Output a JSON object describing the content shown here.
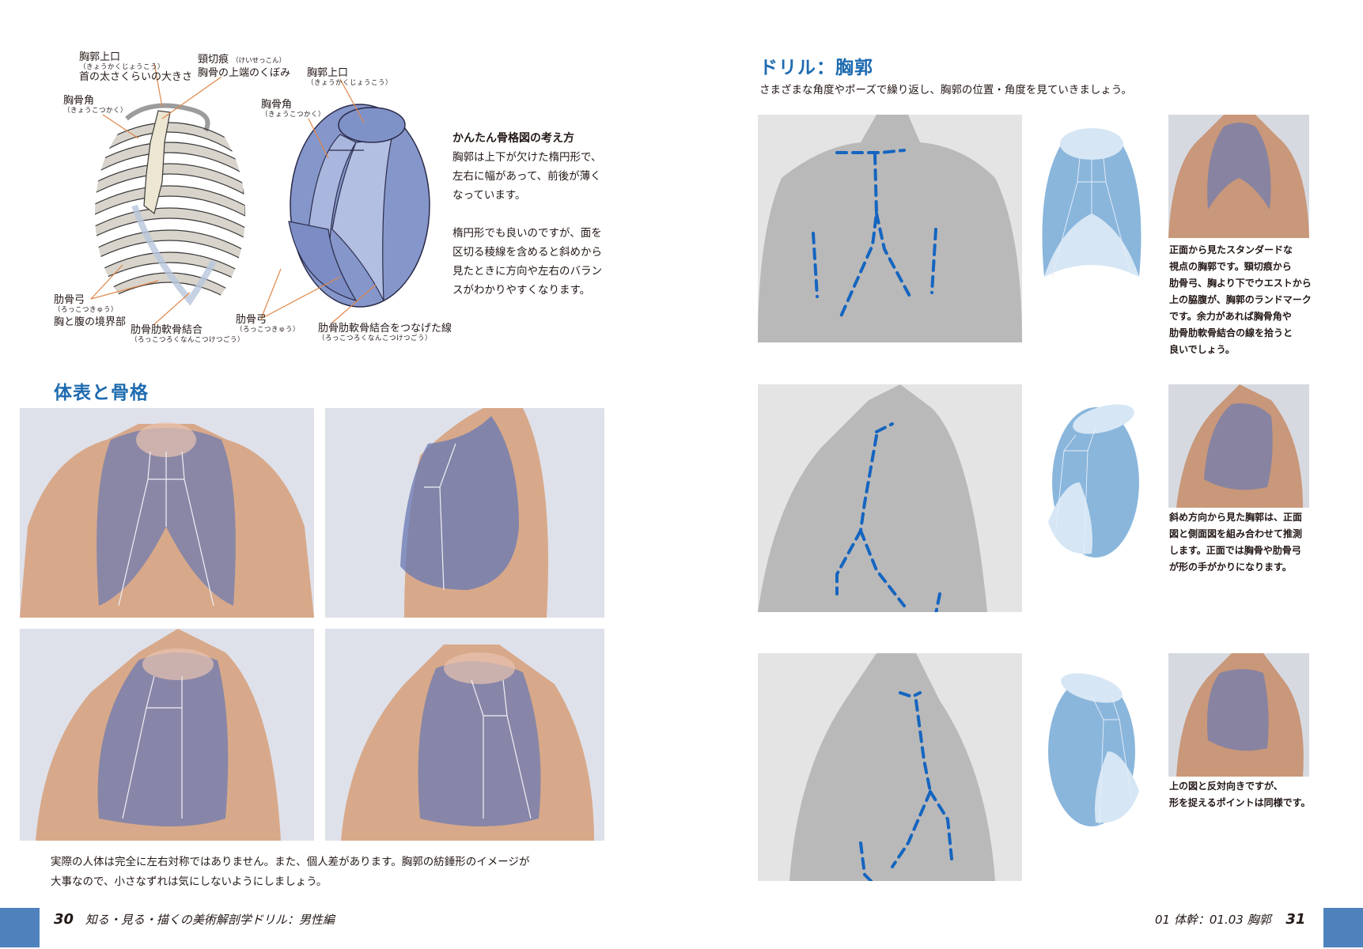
{
  "colors": {
    "accent": "#1e6bb0",
    "footer_block": "#4f82bd",
    "overlay_blue": "#6b7fb8",
    "diagram_blue": "#8ab6dc",
    "diagram_light": "#d6e6f4",
    "leader_line": "#e0874a",
    "dash_blue": "#1565c0"
  },
  "left_page": {
    "skeleton_labels": {
      "upper_aperture": {
        "term": "胸郭上口",
        "reading": "（きょうかくじょうこう）",
        "note": "首の太さくらいの大きさ"
      },
      "jugular_notch": {
        "term": "頸切痕",
        "reading": "（けいせっこん）",
        "note": "胸骨の上端のくぼみ"
      },
      "sternal_angle": {
        "term": "胸骨角",
        "reading": "（きょうこつかく）"
      },
      "costal_arch": {
        "term": "肋骨弓",
        "reading": "（ろっこつきゅう）",
        "note": "胸と腹の境界部"
      },
      "costochondral_joint": {
        "term": "肋骨肋軟骨結合",
        "reading": "（ろっこつろくなんこつけつごう）"
      }
    },
    "simple_labels": {
      "upper_aperture": {
        "term": "胸郭上口",
        "reading": "（きょうかくじょうこう）"
      },
      "sternal_angle": {
        "term": "胸骨角",
        "reading": "（きょうこつかく）"
      },
      "costal_arch": {
        "term": "肋骨弓",
        "reading": "（ろっこつきゅう）"
      },
      "costochondral_line": {
        "term": "肋骨肋軟骨結合をつなげた線",
        "reading": "（ろっこつろくなんこつけつごう）"
      }
    },
    "explanation": {
      "heading": "かんたん骨格図の考え方",
      "paragraph1": "胸郭は上下が欠けた楕円形で、\n左右に幅があって、前後が薄く\nなっています。",
      "paragraph2": "楕円形でも良いのですが、面を\n区切る稜線を含めると斜めから\n見たときに方向や左右のバラン\nスがわかりやすくなります。"
    },
    "section_title": "体表と骨格",
    "photos": [
      {
        "alt": "正面の体表と胸郭"
      },
      {
        "alt": "側面の体表と胸郭"
      },
      {
        "alt": "斜め右の体表と胸郭"
      },
      {
        "alt": "斜め左の体表と胸郭"
      }
    ],
    "bottom_text": "実際の人体は完全に左右対称ではありません。また、個人差があります。胸郭の紡錘形のイメージが\n大事なので、小さなずれは気にしないようにしましょう。",
    "footer": {
      "page_number": "30",
      "book_title": "知る・見る・描くの美術解剖学ドリル：男性編"
    }
  },
  "right_page": {
    "section_title": "ドリル：胸郭",
    "intro": "さまざまな角度やポーズで繰り返し、胸郭の位置・角度を見ていきましょう。",
    "drills": [
      {
        "view": "front",
        "caption": "正面から見たスタンダードな\n視点の胸郭です。頸切痕から\n肋骨弓、胸より下でウエストから\n上の脇腹が、胸郭のランドマーク\nです。余力があれば胸骨角や\n肋骨肋軟骨結合の線を拾うと\n良いでしょう。",
        "ruby_note": "けいせっこん"
      },
      {
        "view": "oblique-right",
        "caption": "斜め方向から見た胸郭は、正面\n図と側面図を組み合わせて推測\nします。正面では胸骨や肋骨弓\nが形の手がかりになります。"
      },
      {
        "view": "oblique-left",
        "caption": "上の図と反対向きですが、\n形を捉えるポイントは同様です。"
      }
    ],
    "footer": {
      "chapter": "01 体幹：01.03 胸郭",
      "page_number": "31"
    }
  }
}
